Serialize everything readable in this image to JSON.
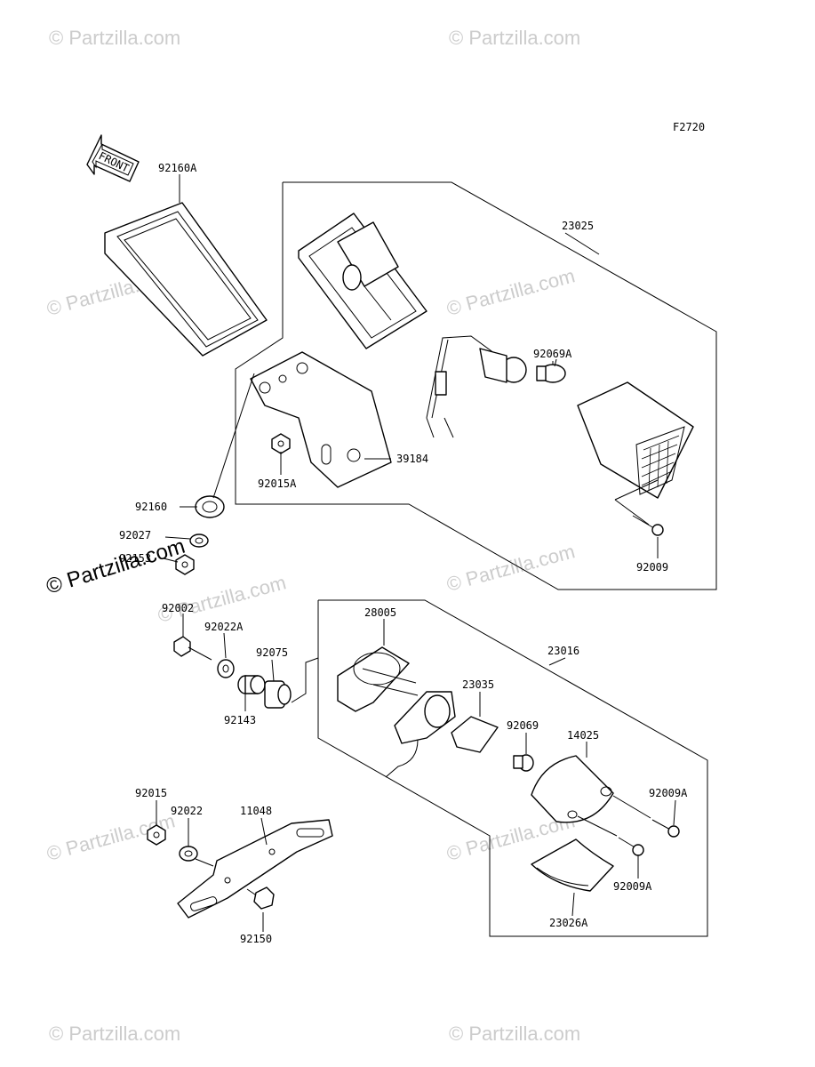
{
  "figure_code": "F2720",
  "front_label": "FRONT",
  "watermarks": [
    "© Partzilla.com",
    "© Partzilla.com",
    "© Partzilla.com",
    "© Partzilla.com",
    "© Partzilla.com",
    "© Partzilla.com",
    "© Partzilla.com",
    "© Partzilla.com",
    "© Partzilla.com",
    "© Partzilla.com",
    "© Partzilla.com"
  ],
  "parts": {
    "p92160A": "92160A",
    "p23025": "23025",
    "p92069A": "92069A",
    "p39184": "39184",
    "p92015A": "92015A",
    "p92160": "92160",
    "p92027": "92027",
    "p92153": "92153",
    "p92009": "92009",
    "p92002": "92002",
    "p92022A": "92022A",
    "p92075": "92075",
    "p92143": "92143",
    "p28005": "28005",
    "p23016": "23016",
    "p23035": "23035",
    "p92069": "92069",
    "p14025": "14025",
    "p92009A_1": "92009A",
    "p92009A_2": "92009A",
    "p92015": "92015",
    "p92022": "92022",
    "p11048": "11048",
    "p92150": "92150",
    "p23026A": "23026A"
  }
}
